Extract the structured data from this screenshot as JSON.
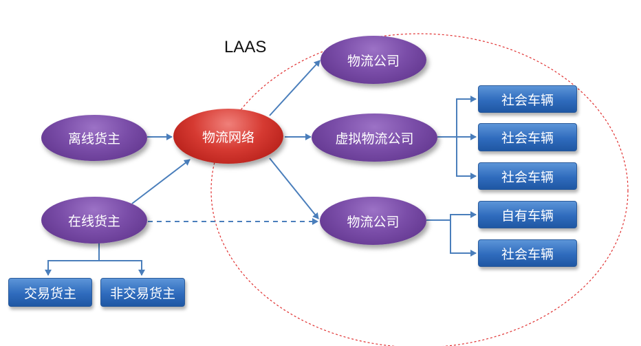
{
  "title": "LAAS",
  "nodes": {
    "offline_shipper": "离线货主",
    "online_shipper": "在线货主",
    "logistics_network": "物流网络",
    "logistics_company_top": "物流公司",
    "virtual_logistics_company": "虚拟物流公司",
    "logistics_company_bottom": "物流公司",
    "trading_shipper": "交易货主",
    "non_trading_shipper": "非交易货主",
    "vehicles": [
      "社会车辆",
      "社会车辆",
      "社会车辆",
      "自有车辆",
      "社会车辆"
    ]
  },
  "colors": {
    "ellipse_purple": "#7a4da8",
    "ellipse_red": "#d63a32",
    "box_blue": "#2f6bbd",
    "arrow": "#4a7ebb",
    "boundary": "#e03030"
  }
}
